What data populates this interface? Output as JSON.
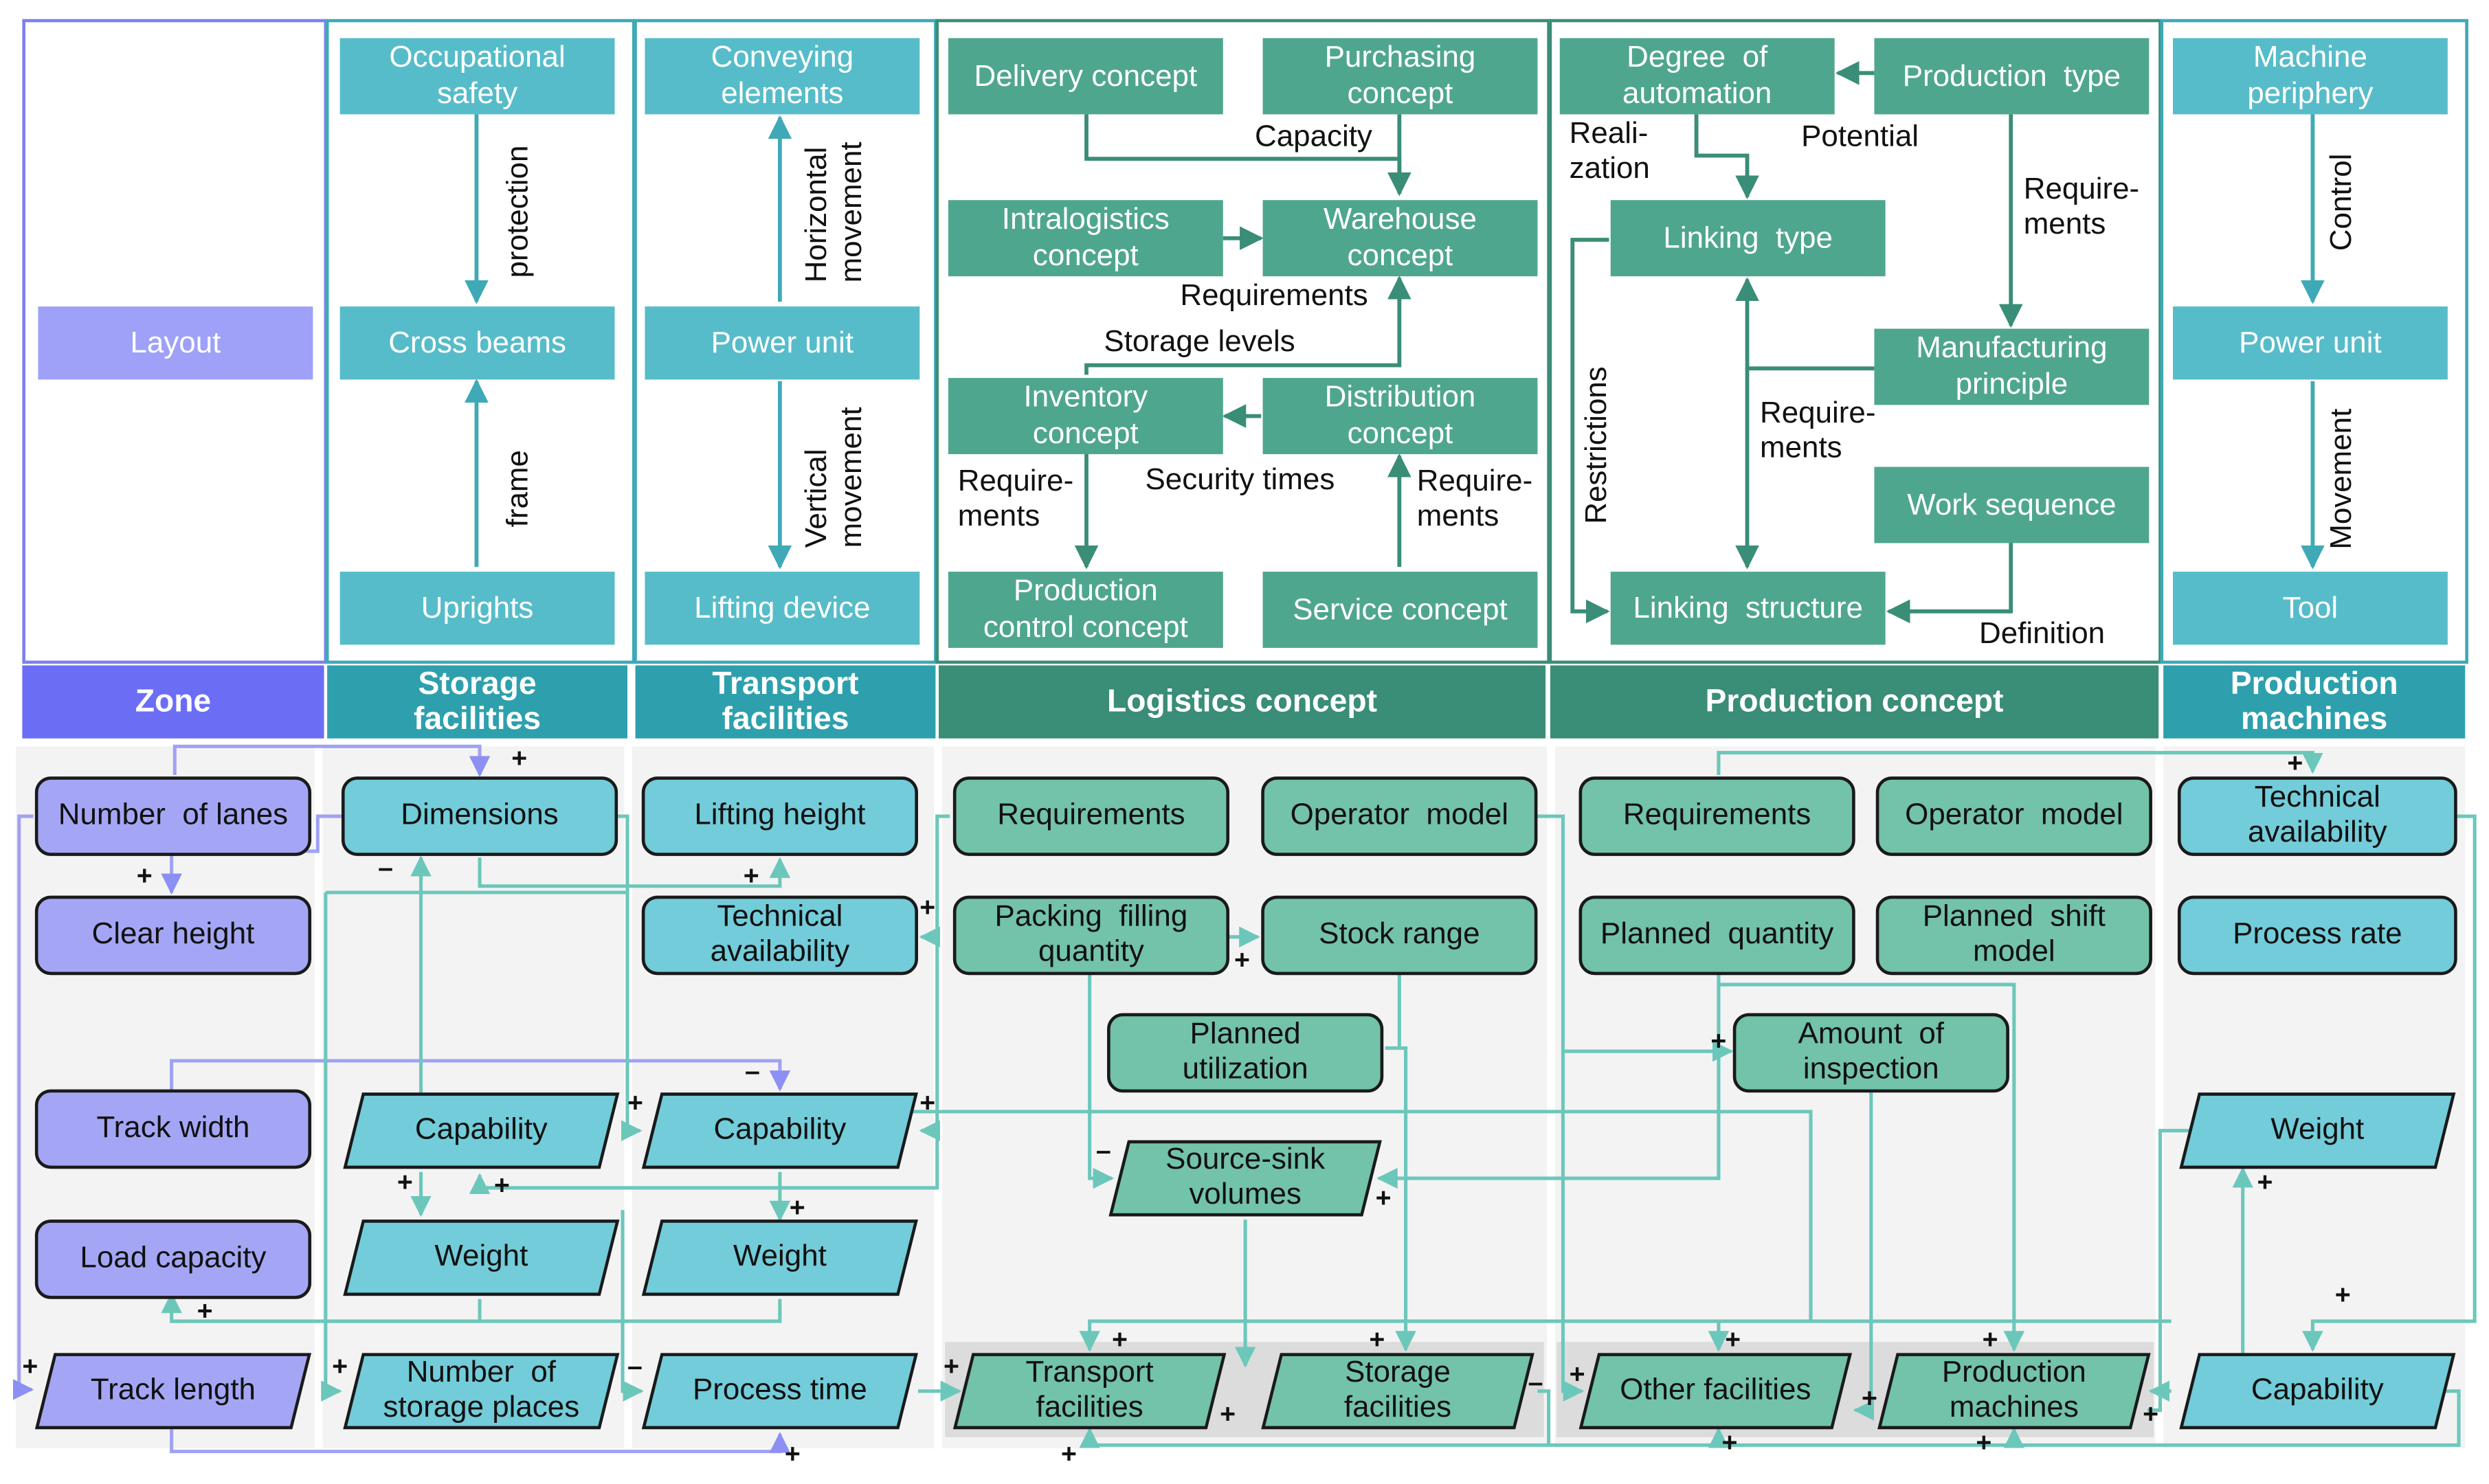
{
  "colors": {
    "zone": "#7d80f0",
    "zone_light": "#a5a8f5",
    "storage": "#3fa9b7",
    "storage_light": "#73ccd9",
    "logistics": "#3a8d77",
    "logistics_light": "#73c2aa",
    "production": "#3a8d77"
  },
  "top": {
    "zone": {
      "layout": "Layout"
    },
    "storage": {
      "occupational_safety": "Occupational\nsafety",
      "cross_beams": "Cross beams",
      "uprights": "Uprights",
      "protection": "protection",
      "frame": "frame"
    },
    "transport": {
      "conveying_elements": "Conveying\nelements",
      "power_unit": "Power unit",
      "lifting_device": "Lifting device",
      "horizontal_movement": "Horizontal\nmovement",
      "vertical_movement": "Vertical\nmovement"
    },
    "logistics": {
      "delivery": "Delivery concept",
      "purchasing": "Purchasing\nconcept",
      "intralogistics": "Intralogistics\nconcept",
      "warehouse": "Warehouse\nconcept",
      "inventory": "Inventory\nconcept",
      "distribution": "Distribution\nconcept",
      "production_control": "Production\ncontrol concept",
      "service": "Service concept",
      "capacity": "Capacity",
      "requirements": "Requirements",
      "storage_levels": "Storage levels",
      "security_times": "Security times",
      "requirements_left": "Require-\nments",
      "requirements_right": "Require-\nments"
    },
    "production": {
      "degree_automation": "Degree  of\nautomation",
      "production_type": "Production  type",
      "linking_type": "Linking  type",
      "manufacturing_principle": "Manufacturing\nprinciple",
      "work_sequence": "Work sequence",
      "linking_structure": "Linking  structure",
      "realization": "Reali-\nzation",
      "potential": "Potential",
      "requirements_right": "Require-\nments",
      "requirements_mid": "Require-\nments",
      "restrictions": "Restrictions",
      "definition": "Definition"
    },
    "machines": {
      "machine_periphery": "Machine\nperiphery",
      "power_unit": "Power unit",
      "tool": "Tool",
      "control": "Control",
      "movement": "Movement"
    }
  },
  "headers": {
    "zone": "Zone",
    "storage": "Storage\nfacilities",
    "transport": "Transport\nfacilities",
    "logistics": "Logistics concept",
    "production": "Production concept",
    "machines": "Production\nmachines"
  },
  "bottom": {
    "zone": {
      "number_of_lanes": "Number  of lanes",
      "clear_height": "Clear height",
      "track_width": "Track width",
      "load_capacity": "Load capacity",
      "track_length": "Track length"
    },
    "storage": {
      "dimensions": "Dimensions",
      "capability": "Capability",
      "weight": "Weight",
      "number_storage_places": "Number  of\nstorage places"
    },
    "transport": {
      "lifting_height": "Lifting height",
      "technical_availability": "Technical\navailability",
      "capability": "Capability",
      "weight": "Weight",
      "process_time": "Process time"
    },
    "logistics": {
      "requirements": "Requirements",
      "operator_model": "Operator  model",
      "packing_filling_quantity": "Packing  filling\nquantity",
      "stock_range": "Stock range",
      "planned_utilization": "Planned\nutilization",
      "source_sink_volumes": "Source-sink\nvolumes",
      "transport_facilities": "Transport\nfacilities",
      "storage_facilities": "Storage\nfacilities"
    },
    "production": {
      "requirements": "Requirements",
      "operator_model": "Operator  model",
      "planned_quantity": "Planned  quantity",
      "planned_shift_model": "Planned  shift\nmodel",
      "amount_of_inspection": "Amount  of\ninspection",
      "other_facilities": "Other facilities",
      "production_machines": "Production\nmachines"
    },
    "machines": {
      "technical_availability": "Technical\navailability",
      "process_rate": "Process rate",
      "weight": "Weight",
      "capability": "Capability"
    }
  },
  "signs": {
    "plus": "+",
    "minus": "–"
  }
}
